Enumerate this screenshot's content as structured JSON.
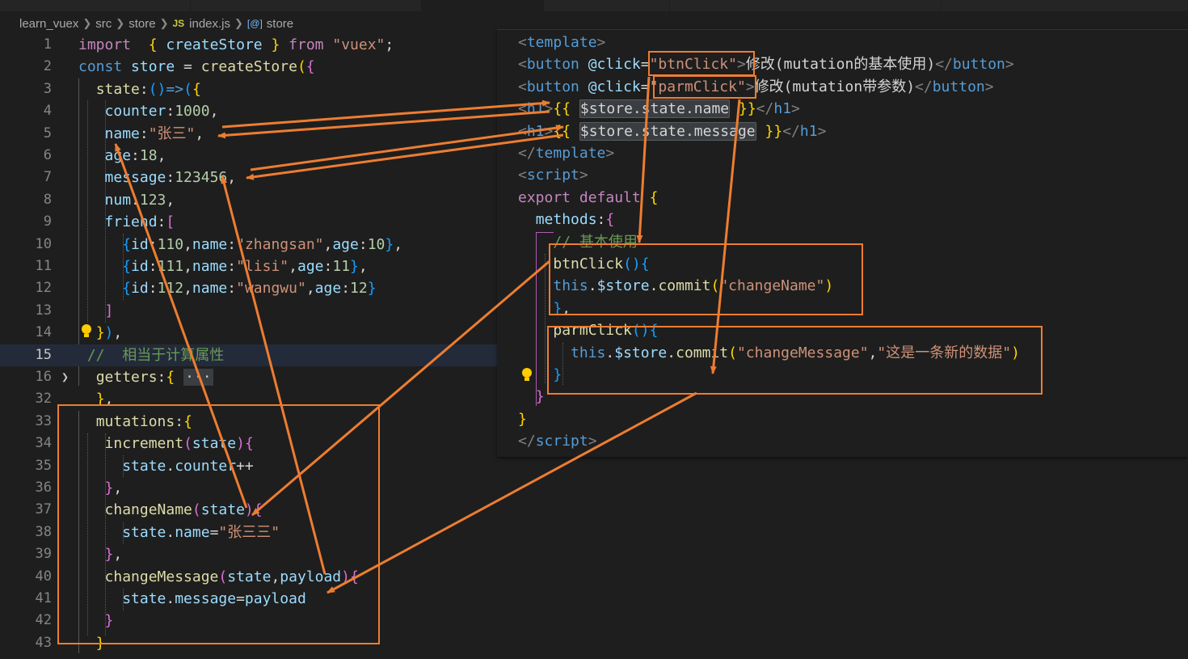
{
  "breadcrumb": {
    "items": [
      "learn_vuex",
      "src",
      "store",
      "index.js",
      "store"
    ],
    "file_badge": "JS",
    "symbol_icon": "[@]"
  },
  "editor": {
    "current_line": "15",
    "lines": [
      {
        "num": "1",
        "tokens": [
          [
            "kw",
            "import"
          ],
          [
            "",
            "  "
          ],
          [
            "br1",
            "{"
          ],
          [
            "",
            " "
          ],
          [
            "var",
            "createStore"
          ],
          [
            "",
            " "
          ],
          [
            "br1",
            "}"
          ],
          [
            "",
            " "
          ],
          [
            "kw",
            "from"
          ],
          [
            "",
            " "
          ],
          [
            "str",
            "\"vuex\""
          ],
          [
            "",
            ";"
          ]
        ]
      },
      {
        "num": "2",
        "tokens": [
          [
            "kwb",
            "const"
          ],
          [
            "",
            " "
          ],
          [
            "var",
            "store"
          ],
          [
            "",
            " = "
          ],
          [
            "fn",
            "createStore"
          ],
          [
            "br1",
            "("
          ],
          [
            "br2",
            "{"
          ]
        ]
      },
      {
        "num": "3",
        "tokens": [
          [
            "",
            "  "
          ],
          [
            "fn",
            "state"
          ],
          [
            "",
            ":"
          ],
          [
            "br3",
            "()"
          ],
          [
            "kwb",
            "=>"
          ],
          [
            "br3",
            "("
          ],
          [
            "br1",
            "{"
          ]
        ]
      },
      {
        "num": "4",
        "tokens": [
          [
            "",
            "   "
          ],
          [
            "var",
            "counter"
          ],
          [
            "",
            ":"
          ],
          [
            "num",
            "1000"
          ],
          [
            "",
            ","
          ]
        ]
      },
      {
        "num": "5",
        "tokens": [
          [
            "",
            "   "
          ],
          [
            "var",
            "name"
          ],
          [
            "",
            ":"
          ],
          [
            "str",
            "\"张三\""
          ],
          [
            "",
            ","
          ]
        ]
      },
      {
        "num": "6",
        "tokens": [
          [
            "",
            "   "
          ],
          [
            "var",
            "age"
          ],
          [
            "",
            ":"
          ],
          [
            "num",
            "18"
          ],
          [
            "",
            ","
          ]
        ]
      },
      {
        "num": "7",
        "tokens": [
          [
            "",
            "   "
          ],
          [
            "var",
            "message"
          ],
          [
            "",
            ":"
          ],
          [
            "num",
            "123456"
          ],
          [
            "",
            ","
          ]
        ]
      },
      {
        "num": "8",
        "tokens": [
          [
            "",
            "   "
          ],
          [
            "var",
            "num"
          ],
          [
            "",
            ":"
          ],
          [
            "num",
            "123"
          ],
          [
            "",
            ","
          ]
        ]
      },
      {
        "num": "9",
        "tokens": [
          [
            "",
            "   "
          ],
          [
            "var",
            "friend"
          ],
          [
            "",
            ":"
          ],
          [
            "br2",
            "["
          ]
        ]
      },
      {
        "num": "10",
        "tokens": [
          [
            "",
            "     "
          ],
          [
            "br3",
            "{"
          ],
          [
            "var",
            "id"
          ],
          [
            "",
            ":"
          ],
          [
            "num",
            "110"
          ],
          [
            "",
            ","
          ],
          [
            "var",
            "name"
          ],
          [
            "",
            ":"
          ],
          [
            "str",
            "\"zhangsan\""
          ],
          [
            "",
            ","
          ],
          [
            "var",
            "age"
          ],
          [
            "",
            ":"
          ],
          [
            "num",
            "10"
          ],
          [
            "br3",
            "}"
          ],
          [
            "",
            ","
          ]
        ]
      },
      {
        "num": "11",
        "tokens": [
          [
            "",
            "     "
          ],
          [
            "br3",
            "{"
          ],
          [
            "var",
            "id"
          ],
          [
            "",
            ":"
          ],
          [
            "num",
            "111"
          ],
          [
            "",
            ","
          ],
          [
            "var",
            "name"
          ],
          [
            "",
            ":"
          ],
          [
            "str",
            "\"lisi\""
          ],
          [
            "",
            ","
          ],
          [
            "var",
            "age"
          ],
          [
            "",
            ":"
          ],
          [
            "num",
            "11"
          ],
          [
            "br3",
            "}"
          ],
          [
            "",
            ","
          ]
        ]
      },
      {
        "num": "12",
        "tokens": [
          [
            "",
            "     "
          ],
          [
            "br3",
            "{"
          ],
          [
            "var",
            "id"
          ],
          [
            "",
            ":"
          ],
          [
            "num",
            "112"
          ],
          [
            "",
            ","
          ],
          [
            "var",
            "name"
          ],
          [
            "",
            ":"
          ],
          [
            "str",
            "\"wangwu\""
          ],
          [
            "",
            ","
          ],
          [
            "var",
            "age"
          ],
          [
            "",
            ":"
          ],
          [
            "num",
            "12"
          ],
          [
            "br3",
            "}"
          ]
        ]
      },
      {
        "num": "13",
        "tokens": [
          [
            "",
            "   "
          ],
          [
            "br2",
            "]"
          ]
        ]
      },
      {
        "num": "14",
        "tokens": [
          [
            "",
            "  "
          ],
          [
            "br1",
            "}"
          ],
          [
            "br3",
            ")"
          ],
          [
            "",
            ","
          ]
        ]
      },
      {
        "num": "15",
        "tokens": [
          [
            "",
            " "
          ],
          [
            "cmt",
            "//  相当于计算属性"
          ]
        ]
      },
      {
        "num": "16",
        "tokens": [
          [
            "",
            "  "
          ],
          [
            "fn",
            "getters"
          ],
          [
            "",
            ":"
          ],
          [
            "br1",
            "{"
          ],
          [
            "",
            " "
          ],
          [
            "fold-ell",
            "···"
          ]
        ]
      },
      {
        "num": "32",
        "tokens": [
          [
            "",
            "  "
          ],
          [
            "br1",
            "}"
          ],
          [
            "",
            ","
          ]
        ]
      },
      {
        "num": "33",
        "tokens": [
          [
            "",
            "  "
          ],
          [
            "fn",
            "mutations"
          ],
          [
            "",
            ":"
          ],
          [
            "br1",
            "{"
          ]
        ]
      },
      {
        "num": "34",
        "tokens": [
          [
            "",
            "   "
          ],
          [
            "fn",
            "increment"
          ],
          [
            "br2",
            "("
          ],
          [
            "var",
            "state"
          ],
          [
            "br2",
            ")"
          ],
          [
            "br2",
            "{"
          ]
        ]
      },
      {
        "num": "35",
        "tokens": [
          [
            "",
            "     "
          ],
          [
            "var",
            "state"
          ],
          [
            "",
            "."
          ],
          [
            "var",
            "counter"
          ],
          [
            "",
            "++"
          ]
        ]
      },
      {
        "num": "36",
        "tokens": [
          [
            "",
            "   "
          ],
          [
            "br2",
            "}"
          ],
          [
            "",
            ","
          ]
        ]
      },
      {
        "num": "37",
        "tokens": [
          [
            "",
            "   "
          ],
          [
            "fn",
            "changeName"
          ],
          [
            "br2",
            "("
          ],
          [
            "var",
            "state"
          ],
          [
            "br2",
            ")"
          ],
          [
            "br2",
            "{"
          ]
        ]
      },
      {
        "num": "38",
        "tokens": [
          [
            "",
            "     "
          ],
          [
            "var",
            "state"
          ],
          [
            "",
            "."
          ],
          [
            "var",
            "name"
          ],
          [
            "",
            "="
          ],
          [
            "str",
            "\"张三三\""
          ]
        ]
      },
      {
        "num": "39",
        "tokens": [
          [
            "",
            "   "
          ],
          [
            "br2",
            "}"
          ],
          [
            "",
            ","
          ]
        ]
      },
      {
        "num": "40",
        "tokens": [
          [
            "",
            "   "
          ],
          [
            "fn",
            "changeMessage"
          ],
          [
            "br2",
            "("
          ],
          [
            "var",
            "state"
          ],
          [
            "",
            ","
          ],
          [
            "var",
            "payload"
          ],
          [
            "br2",
            ")"
          ],
          [
            "br2",
            "{"
          ]
        ]
      },
      {
        "num": "41",
        "tokens": [
          [
            "",
            "     "
          ],
          [
            "var",
            "state"
          ],
          [
            "",
            "."
          ],
          [
            "var",
            "message"
          ],
          [
            "",
            "="
          ],
          [
            "var",
            "payload"
          ]
        ]
      },
      {
        "num": "42",
        "tokens": [
          [
            "",
            "   "
          ],
          [
            "br2",
            "}"
          ]
        ]
      },
      {
        "num": "43",
        "tokens": [
          [
            "",
            "  "
          ],
          [
            "br1",
            "}"
          ]
        ]
      }
    ]
  },
  "snippet": {
    "lines": [
      {
        "tokens": [
          [
            "tagbr",
            "<"
          ],
          [
            "tag",
            "template"
          ],
          [
            "tagbr",
            ">"
          ]
        ]
      },
      {
        "tokens": [
          [
            "tagbr",
            "<"
          ],
          [
            "tag",
            "button"
          ],
          [
            "",
            " "
          ],
          [
            "attr",
            "@click"
          ],
          [
            "",
            "="
          ],
          [
            "str",
            "\"btnClick\""
          ],
          [
            "tagbr",
            ">"
          ],
          [
            "",
            "修改(mutation的基本使用)"
          ],
          [
            "tagbr",
            "</"
          ],
          [
            "tag",
            "button"
          ],
          [
            "tagbr",
            ">"
          ]
        ]
      },
      {
        "tokens": [
          [
            "tagbr",
            "<"
          ],
          [
            "tag",
            "button"
          ],
          [
            "",
            " "
          ],
          [
            "attr",
            "@click"
          ],
          [
            "",
            "="
          ],
          [
            "str",
            "\"parmClick\""
          ],
          [
            "tagbr",
            ">"
          ],
          [
            "",
            "修改(mutation带参数)"
          ],
          [
            "tagbr",
            "</"
          ],
          [
            "tag",
            "button"
          ],
          [
            "tagbr",
            ">"
          ]
        ]
      },
      {
        "tokens": [
          [
            "tagbr",
            "<"
          ],
          [
            "tag",
            "h1"
          ],
          [
            "tagbr",
            ">"
          ],
          [
            "br1",
            "{{"
          ],
          [
            "",
            " "
          ],
          [
            "hl",
            "$store.state.name"
          ],
          [
            "",
            " "
          ],
          [
            "br1",
            "}}"
          ],
          [
            "tagbr",
            "</"
          ],
          [
            "tag",
            "h1"
          ],
          [
            "tagbr",
            ">"
          ]
        ]
      },
      {
        "tokens": [
          [
            "tagbr",
            "<"
          ],
          [
            "tag",
            "h1"
          ],
          [
            "tagbr",
            ">"
          ],
          [
            "br1",
            "{{"
          ],
          [
            "",
            " "
          ],
          [
            "hl",
            "$store.state.message"
          ],
          [
            "",
            " "
          ],
          [
            "br1",
            "}}"
          ],
          [
            "tagbr",
            "</"
          ],
          [
            "tag",
            "h1"
          ],
          [
            "tagbr",
            ">"
          ]
        ]
      },
      {
        "tokens": [
          [
            "tagbr",
            "</"
          ],
          [
            "tag",
            "template"
          ],
          [
            "tagbr",
            ">"
          ]
        ]
      },
      {
        "tokens": [
          [
            "tagbr",
            "<"
          ],
          [
            "tag",
            "script"
          ],
          [
            "tagbr",
            ">"
          ]
        ]
      },
      {
        "tokens": [
          [
            "kw",
            "export"
          ],
          [
            "",
            " "
          ],
          [
            "kw",
            "default"
          ],
          [
            "",
            " "
          ],
          [
            "br1",
            "{"
          ]
        ]
      },
      {
        "tokens": [
          [
            "",
            "  "
          ],
          [
            "var",
            "methods"
          ],
          [
            "",
            ":"
          ],
          [
            "br2",
            "{"
          ]
        ]
      },
      {
        "tokens": [
          [
            "",
            "    "
          ],
          [
            "cmt",
            "// 基本使用"
          ]
        ]
      },
      {
        "tokens": [
          [
            "",
            "    "
          ],
          [
            "fn",
            "btnClick"
          ],
          [
            "br3",
            "()"
          ],
          [
            "br3",
            "{"
          ]
        ]
      },
      {
        "tokens": [
          [
            "",
            "    "
          ],
          [
            "kwb",
            "this"
          ],
          [
            "",
            "."
          ],
          [
            "var",
            "$store"
          ],
          [
            "",
            "."
          ],
          [
            "fn",
            "commit"
          ],
          [
            "br1",
            "("
          ],
          [
            "str",
            "\"changeName\""
          ],
          [
            "br1",
            ")"
          ]
        ]
      },
      {
        "tokens": [
          [
            "",
            "    "
          ],
          [
            "br3",
            "}"
          ],
          [
            "",
            ","
          ]
        ]
      },
      {
        "tokens": [
          [
            "",
            "    "
          ],
          [
            "fn",
            "parmClick"
          ],
          [
            "br3",
            "()"
          ],
          [
            "br3",
            "{"
          ]
        ]
      },
      {
        "tokens": [
          [
            "",
            "      "
          ],
          [
            "kwb",
            "this"
          ],
          [
            "",
            "."
          ],
          [
            "var",
            "$store"
          ],
          [
            "",
            "."
          ],
          [
            "fn",
            "commit"
          ],
          [
            "br1",
            "("
          ],
          [
            "str",
            "\"changeMessage\""
          ],
          [
            "",
            ","
          ],
          [
            "str",
            "\"这是一条新的数据\""
          ],
          [
            "br1",
            ")"
          ]
        ]
      },
      {
        "tokens": [
          [
            "",
            "    "
          ],
          [
            "br3",
            "}"
          ]
        ]
      },
      {
        "tokens": [
          [
            "",
            "  "
          ],
          [
            "br2",
            "}"
          ]
        ]
      },
      {
        "tokens": [
          [
            "br1",
            "}"
          ]
        ]
      },
      {
        "tokens": [
          [
            "tagbr",
            "</"
          ],
          [
            "tag",
            "script"
          ],
          [
            "tagbr",
            ">"
          ]
        ]
      }
    ]
  }
}
